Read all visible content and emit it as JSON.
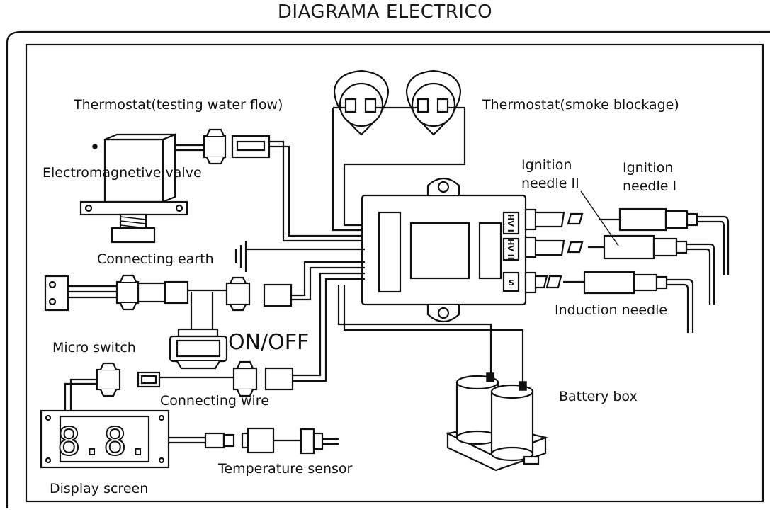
{
  "title": "DIAGRAMA ELECTRICO",
  "labels": {
    "thermostat_water": "Thermostat(testing water flow)",
    "thermostat_smoke": "Thermostat(smoke blockage)",
    "electromagnetic_valve": "Electromagnetive valve",
    "ignition_needle_2_line1": "Ignition",
    "ignition_needle_2_line2": "needle II",
    "ignition_needle_1_line1": "Ignition",
    "ignition_needle_1_line2": "needle I",
    "connecting_earth": "Connecting earth",
    "on_off": "ON/OFF",
    "micro_switch": "Micro switch",
    "connecting_wire": "Connecting wire",
    "induction_needle": "Induction needle",
    "battery_box": "Battery box",
    "temperature_sensor": "Temperature sensor",
    "display_screen": "Display screen"
  },
  "controller_terminals": {
    "hv1": "HV I",
    "hv2": "HV II",
    "s": "S"
  },
  "display_digits": "8.8."
}
